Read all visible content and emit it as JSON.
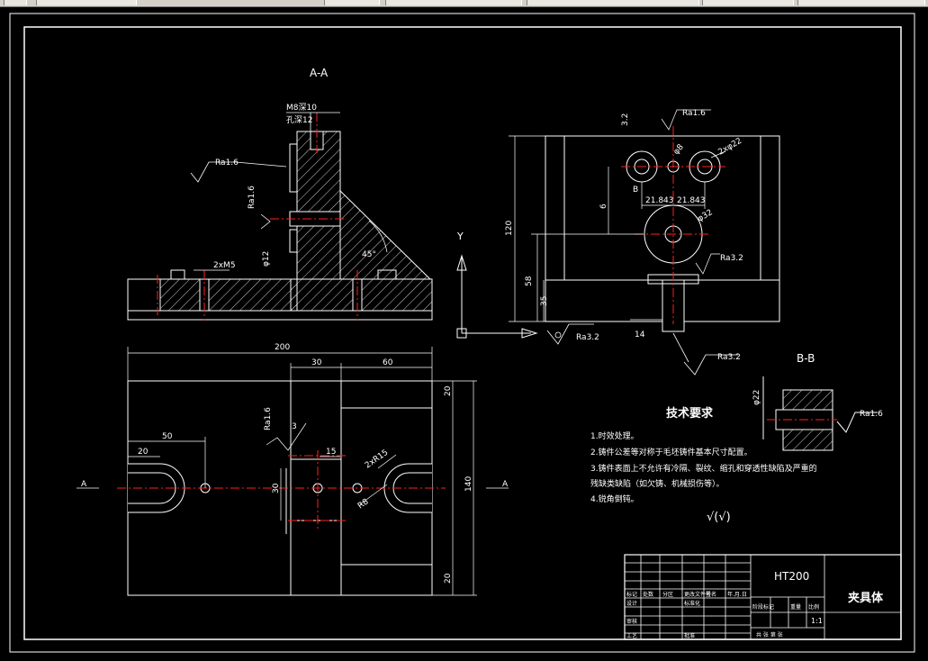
{
  "colors": {
    "background": "#000000",
    "line": "#ffffff",
    "centerline": "#ff2020",
    "hatch": "#ffffff",
    "toolbar": "#d4d0c8"
  },
  "views": {
    "section_aa": "A-A",
    "section_bb": "B-B",
    "axis_y": "Y",
    "cut_a_left": "A",
    "cut_a_right": "A",
    "label_b": "B"
  },
  "dims": {
    "overall_width": "200",
    "d30": "30",
    "d60": "60",
    "d50": "50",
    "d20": "20",
    "d15": "15",
    "d30b": "30",
    "d20_top": "20",
    "d20_bottom": "20",
    "d140": "140",
    "d3": "3",
    "r_dim": "2xR15",
    "r8": "R8",
    "angle": "45°",
    "m8": "M8深10",
    "hole": "孔深12",
    "h2xm5": "2xM5",
    "phi12": "φ12",
    "d120": "120",
    "d35": "35",
    "d58": "58",
    "d21_1": "21.843",
    "d21_2": "21.843",
    "phi22": "φ22",
    "phi22b": "2xφ22",
    "phi8": "φ8",
    "d3_2": "3.2",
    "phi32": "φ32",
    "d14": "14",
    "d6": "6"
  },
  "roughness": {
    "ra16_a": "Ra1.6",
    "ra16_b": "Ra1.6",
    "ra16_c": "Ra1.6",
    "ra16_d": "Ra1.6",
    "ra16_e": "Ra1.6",
    "ra32_a": "Ra3.2",
    "ra32_b": "Ra3.2",
    "ra32_c": "Ra3.2"
  },
  "tech": {
    "title": "技术要求",
    "items": [
      "1.时效处理。",
      "2.铸件公差等对称于毛坯铸件基本尺寸配置。",
      "3.铸件表面上不允许有冷隔、裂纹、缩孔和穿透性缺陷及严重的",
      "残缺类缺陷（如欠铸、机械损伤等）。",
      "4.锐角倒钝。"
    ],
    "symbol": "√(√)"
  },
  "title_block": {
    "material": "HT200",
    "name": "夹具体",
    "scale": "1:1",
    "labels": [
      "标记",
      "处数",
      "分区",
      "更改文件号",
      "签名",
      "年.月.日",
      "设计",
      "标准化",
      "审核",
      "工艺",
      "批准",
      "阶段标记",
      "重量",
      "比例",
      "共 张 第 张"
    ]
  }
}
